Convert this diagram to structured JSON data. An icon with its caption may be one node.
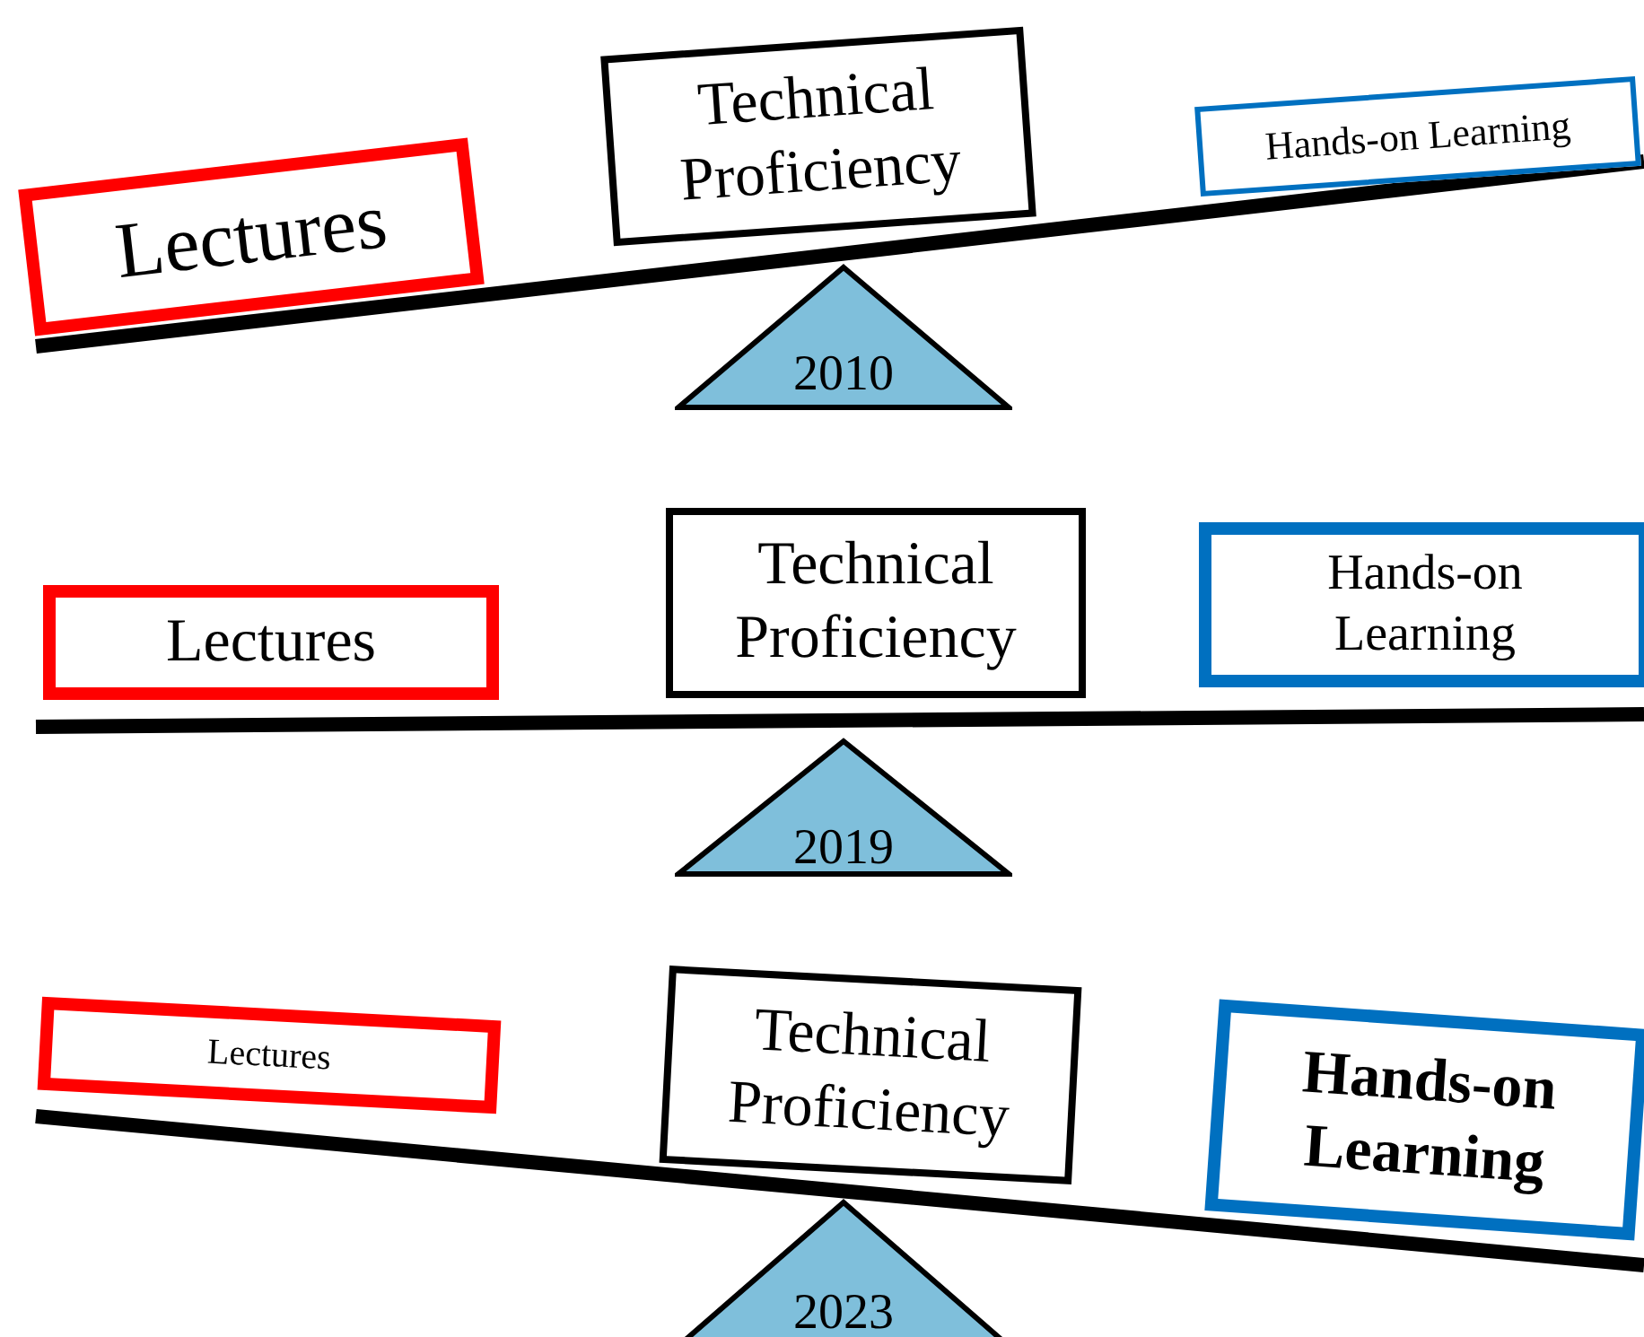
{
  "diagram": {
    "nodes": [
      {
        "text": [
          "Lectures"
        ]
      },
      {
        "text": [
          "Technical Proficiency"
        ]
      },
      {
        "text": [
          "Hands-on Learning"
        ]
      },
      {
        "text": [
          "2010"
        ]
      },
      {
        "text": [
          "Lectures"
        ]
      },
      {
        "text": [
          "Technical Proficiency"
        ]
      },
      {
        "text": [
          "Hands-on Learning"
        ]
      },
      {
        "text": [
          "2019"
        ]
      },
      {
        "text": [
          "Lectures"
        ]
      },
      {
        "text": [
          "Technical Proficiency"
        ]
      },
      {
        "text": [
          "Hands-on Learning"
        ]
      },
      {
        "text": [
          "2023"
        ]
      }
    ]
  }
}
